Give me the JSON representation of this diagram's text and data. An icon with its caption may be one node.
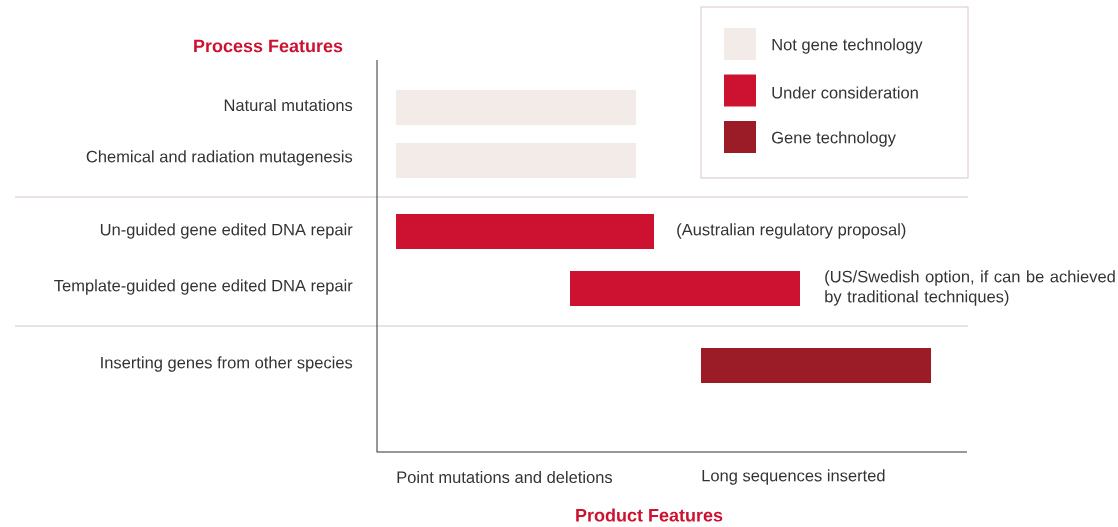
{
  "diagram": {
    "nodes": [
      {
        "text": [],
        "shape": "bar"
      },
      {
        "text": [],
        "shape": "bar"
      },
      {
        "text": [],
        "shape": "bar",
        "beside": [
          "(Australian regulatory proposal)"
        ]
      },
      {
        "text": [],
        "shape": "bar",
        "beside": [
          "(US/Swedish option, if can be achieved by traditional techniques)"
        ]
      },
      {
        "text": [],
        "shape": "bar"
      }
    ],
    "labels": [
      "Process Features",
      "Natural mutations",
      "Chemical and radiation mutagenesis",
      "Un-guided gene edited DNA repair",
      "Template-guided gene edited DNA repair",
      "Inserting genes from other species",
      "Point mutations and deletions",
      "Long sequences inserted",
      "Product Features"
    ],
    "legend": [
      {
        "text": "Not gene technology",
        "color": "#f3ebe8"
      },
      {
        "text": "Under consideration",
        "color": "#cc1230"
      },
      {
        "text": "Gene technology",
        "color": "#9b1b27"
      }
    ]
  }
}
